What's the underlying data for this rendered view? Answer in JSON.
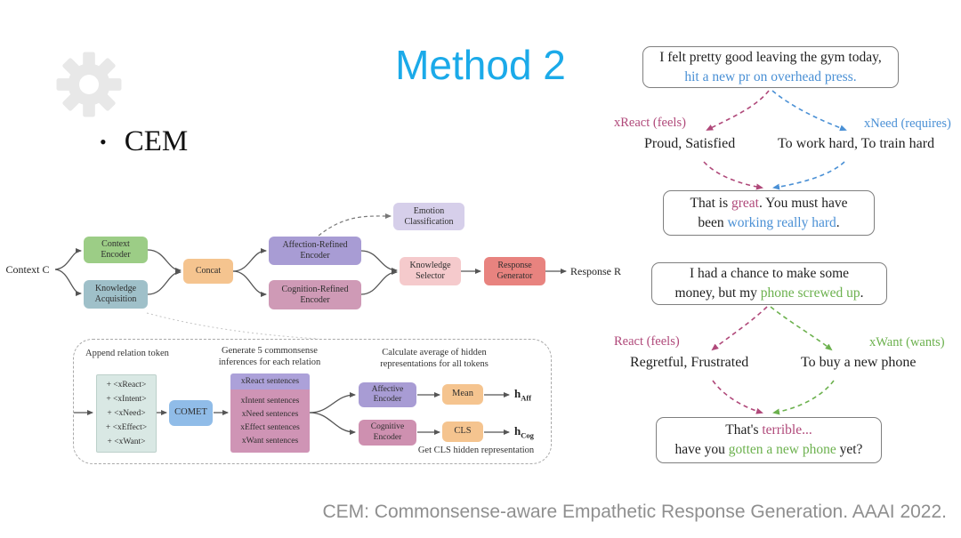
{
  "slide": {
    "title": "Method 2",
    "bullet_dot": "•",
    "bullet_text": "CEM",
    "citation": "CEM: Commonsense-aware Empathetic Response Generation. AAAI 2022.",
    "accent_color": "#1baae9",
    "relation_colors": {
      "react": "#b0497a",
      "need": "#4a90d5",
      "want": "#6cb14e"
    }
  },
  "architecture": {
    "input_label": "Context C",
    "output_label": "Response R",
    "context_encoder": "Context\nEncoder",
    "knowledge_acquisition": "Knowledge\nAcquisition",
    "concat": "Concat",
    "affection_refined_encoder": "Affection-Refined\nEncoder",
    "cognition_refined_encoder": "Cognition-Refined\nEncoder",
    "emotion_classification": "Emotion\nClassification",
    "knowledge_selector": "Knowledge\nSelector",
    "response_generator": "Response\nGenerator",
    "colors": {
      "context_encoder": "#9ccd86",
      "knowledge_acquisition": "#9fc0c9",
      "concat": "#f5c48f",
      "affection_refined_encoder": "#a89cd4",
      "cognition_refined_encoder": "#cf9ab6",
      "emotion_classification": "#d6cfea",
      "knowledge_selector": "#f5cacc",
      "response_generator": "#e8837f"
    }
  },
  "comet_detail": {
    "note_append": "Append relation token",
    "note_generate": "Generate 5 commonsense\ninferences for each relation",
    "note_calculate": "Calculate average of hidden\nrepresentations for all tokens",
    "note_cls": "Get CLS hidden representation",
    "relation_tokens": [
      "+ <xReact>",
      "+ <xIntent>",
      "+ <xNeed>",
      "+ <xEffect>",
      "+ <xWant>"
    ],
    "comet_label": "COMET",
    "sentences_header": "xReact sentences",
    "sentence_rows": [
      "xIntent sentences",
      "xNeed sentences",
      "xEffect sentences",
      "xWant sentences"
    ],
    "affective_encoder": "Affective\nEncoder",
    "cognitive_encoder": "Cognitive\nEncoder",
    "mean_label": "Mean",
    "cls_label": "CLS",
    "h_aff_base": "h",
    "h_aff_sub": "Aff",
    "h_cog_base": "h",
    "h_cog_sub": "Cog"
  },
  "examples": {
    "gym": {
      "utterance_line1": "I felt pretty good leaving the gym today,",
      "utterance_line2": "hit a new pr on overhead press.",
      "left_relation": "xReact (feels)",
      "right_relation": "xNeed (requires)",
      "left_inference": "Proud, Satisfied",
      "right_inference": "To work hard, To train hard",
      "response_l1a": "That is ",
      "response_l1b": "great",
      "response_l1c": ". You must have",
      "response_l2a": "been ",
      "response_l2b": "working really hard",
      "response_l2c": "."
    },
    "phone": {
      "utterance_line1": "I had a chance to make some",
      "utterance_l2a": "money, but my ",
      "utterance_l2b": "phone screwed up",
      "utterance_l2c": ".",
      "left_relation": "React (feels)",
      "right_relation": "xWant (wants)",
      "left_inference": "Regretful, Frustrated",
      "right_inference": "To buy a new phone",
      "response_l1a": "That's ",
      "response_l1b": "terrible...",
      "response_l2a": "have you ",
      "response_l2b": "gotten a new phone",
      "response_l2c": " yet?"
    }
  }
}
